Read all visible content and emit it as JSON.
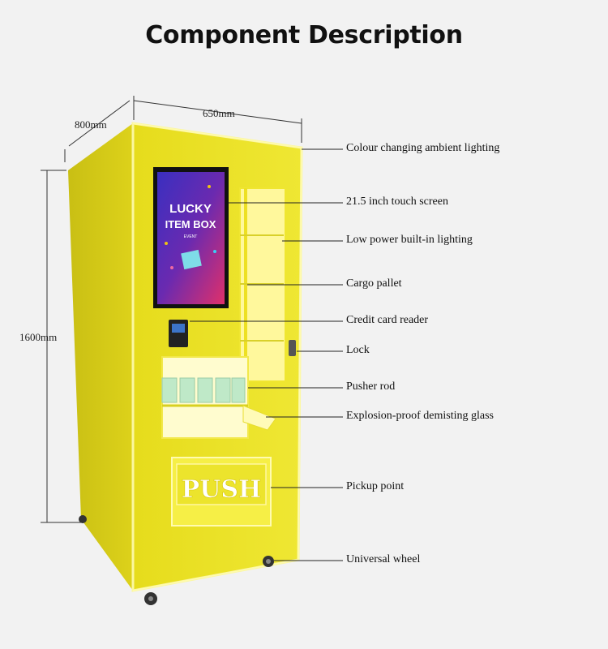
{
  "title": "Component Description",
  "dimensions": {
    "width": "650mm",
    "depth": "800mm",
    "height": "1600mm"
  },
  "screen": {
    "line1": "LUCKY",
    "line2": "ITEM BOX",
    "line3": "EVENT"
  },
  "push_label": "PUSH",
  "components": [
    "Colour changing ambient lighting",
    "21.5 inch touch screen",
    "Low power built-in lighting",
    "Cargo pallet",
    "Credit card reader",
    "Lock",
    "Pusher rod",
    "Explosion-proof demisting glass",
    "Pickup point",
    "Universal wheel"
  ],
  "colors": {
    "body": "#e8e020",
    "body_side": "#cfc61a",
    "glow": "#f8f48a",
    "screen_bg": "#2a2fb0"
  }
}
